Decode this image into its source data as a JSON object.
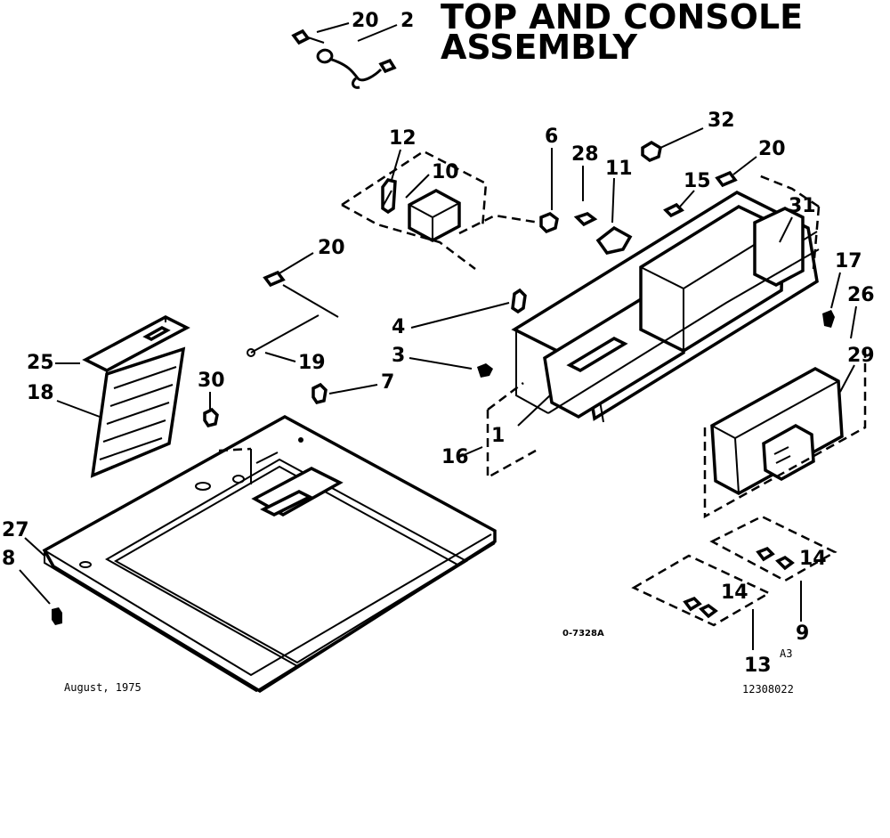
{
  "diagram": {
    "title_line1": "TOP AND CONSOLE",
    "title_line2": "ASSEMBLY",
    "date_text": "August, 1975",
    "drawing_code": "0-7328A",
    "part_code": "12308022",
    "suffix_code": "A3",
    "callouts": [
      {
        "id": "c20a",
        "text": "20"
      },
      {
        "id": "c2",
        "text": "2"
      },
      {
        "id": "c12",
        "text": "12"
      },
      {
        "id": "c10",
        "text": "10"
      },
      {
        "id": "c6",
        "text": "6"
      },
      {
        "id": "c28",
        "text": "28"
      },
      {
        "id": "c11",
        "text": "11"
      },
      {
        "id": "c32",
        "text": "32"
      },
      {
        "id": "c20b",
        "text": "20"
      },
      {
        "id": "c15",
        "text": "15"
      },
      {
        "id": "c31",
        "text": "31"
      },
      {
        "id": "c20c",
        "text": "20"
      },
      {
        "id": "c4",
        "text": "4"
      },
      {
        "id": "c3",
        "text": "3"
      },
      {
        "id": "c1",
        "text": "1"
      },
      {
        "id": "c16",
        "text": "16"
      },
      {
        "id": "c17",
        "text": "17"
      },
      {
        "id": "c26",
        "text": "26"
      },
      {
        "id": "c29",
        "text": "29"
      },
      {
        "id": "c25",
        "text": "25"
      },
      {
        "id": "c19",
        "text": "19"
      },
      {
        "id": "c18",
        "text": "18"
      },
      {
        "id": "c30",
        "text": "30"
      },
      {
        "id": "c7",
        "text": "7"
      },
      {
        "id": "c27",
        "text": "27"
      },
      {
        "id": "c8",
        "text": "8"
      },
      {
        "id": "c14a",
        "text": "14"
      },
      {
        "id": "c14b",
        "text": "14"
      },
      {
        "id": "c9",
        "text": "9"
      },
      {
        "id": "c13",
        "text": "13"
      }
    ]
  }
}
